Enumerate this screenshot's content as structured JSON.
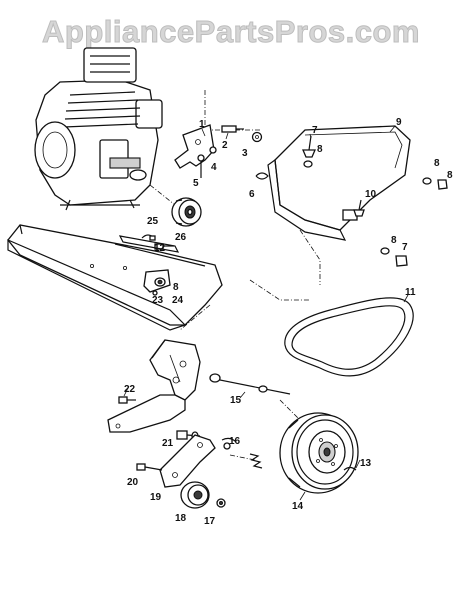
{
  "watermark": "AppliancePartsPros.com",
  "corner_mark": "",
  "callouts": {
    "p1": "1",
    "p2": "2",
    "p3": "3",
    "p4": "4",
    "p5": "5",
    "p6": "6",
    "p7a": "7",
    "p7b": "7",
    "p8a": "8",
    "p8b": "8",
    "p8c": "8",
    "p9": "9",
    "p10": "10",
    "p11": "11",
    "p12": "12",
    "p13": "13",
    "p14": "14",
    "p15": "15",
    "p16": "16",
    "p17": "17",
    "p18": "18",
    "p19": "19",
    "p20": "20",
    "p21": "21",
    "p22": "22",
    "p23": "23",
    "p24": "24",
    "p25": "25",
    "p26": "26",
    "p8d": "8"
  }
}
